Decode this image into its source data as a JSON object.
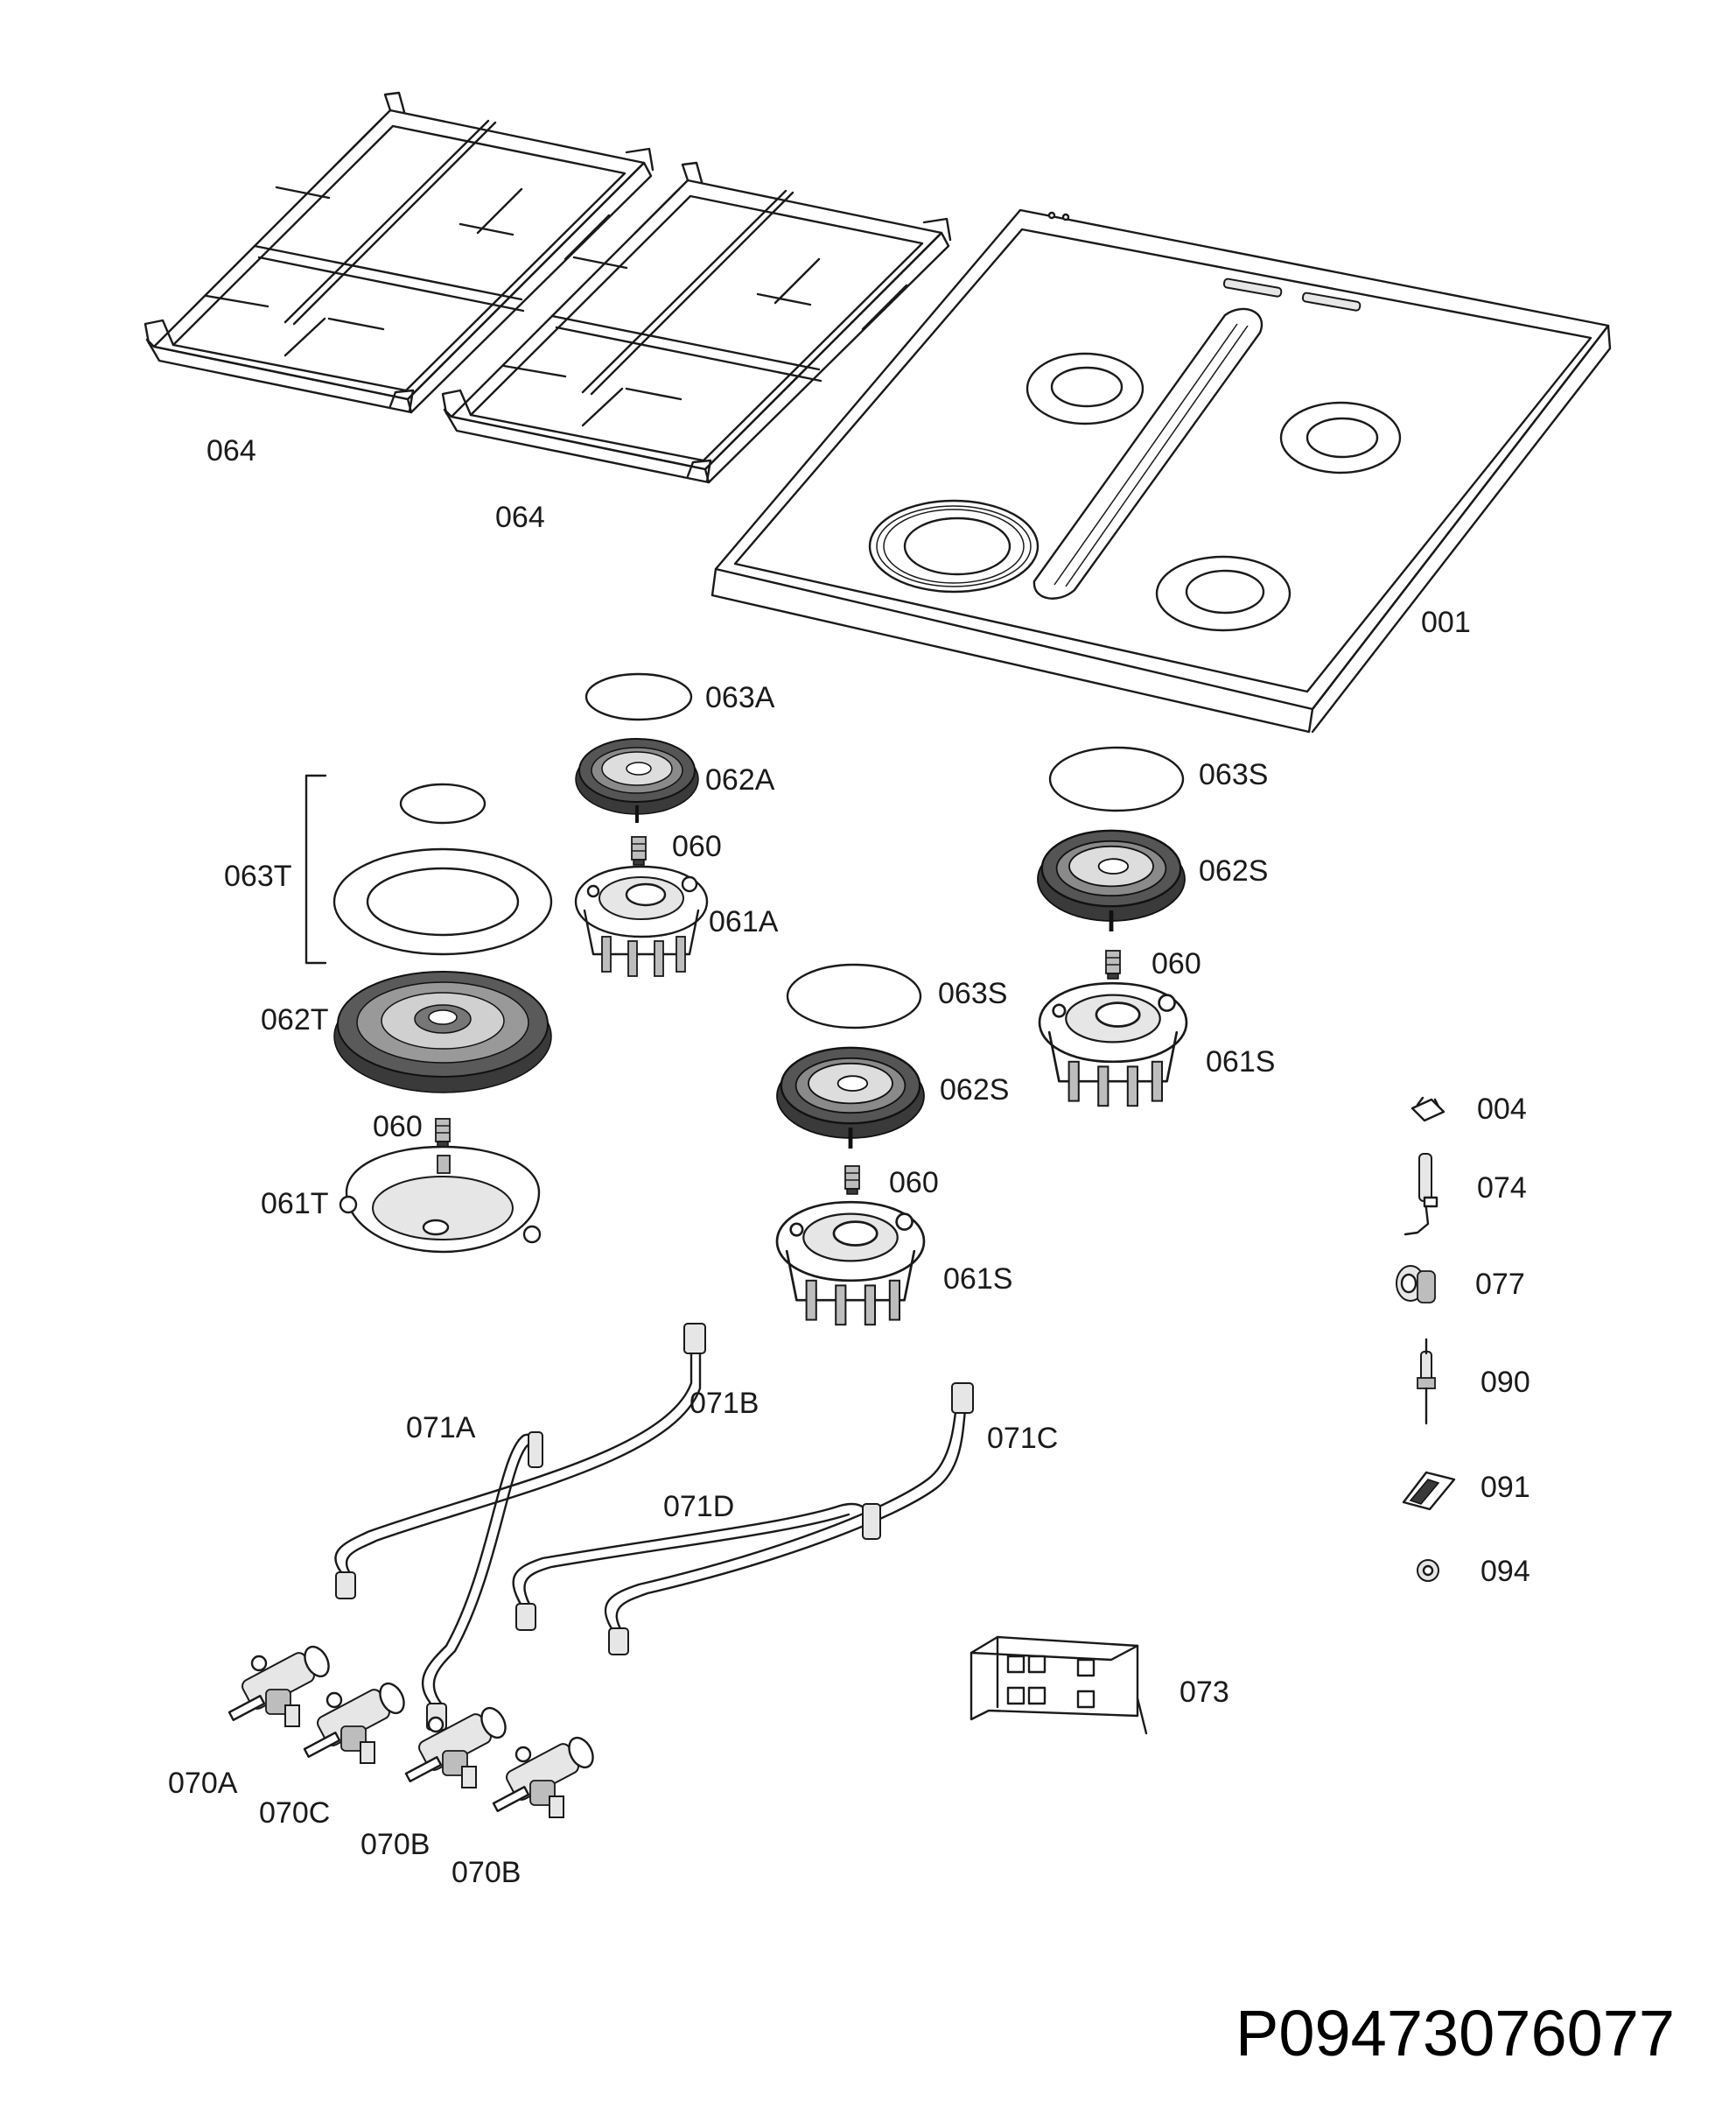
{
  "labels": {
    "grate_left": "064",
    "grate_right": "064",
    "hob_top": "001",
    "cap_aux": "063A",
    "crown_aux": "062A",
    "injector_aux": "060",
    "base_aux": "061A",
    "cap_triple": "063T",
    "crown_triple": "062T",
    "injector_triple": "060",
    "base_triple": "061T",
    "cap_semi_right": "063S",
    "crown_semi_right": "062S",
    "injector_semi_right": "060",
    "base_semi_right": "061S",
    "cap_semi_mid": "063S",
    "crown_semi_mid": "062S",
    "injector_semi_mid": "060",
    "base_semi_mid": "061S",
    "clip": "004",
    "spark_plug": "074",
    "elbow": "077",
    "thermocouple": "090",
    "bracket": "091",
    "nut": "094",
    "ignition_unit": "073",
    "pipe_a": "071A",
    "pipe_b": "071B",
    "pipe_c": "071C",
    "pipe_d": "071D",
    "valve_a": "070A",
    "valve_c": "070C",
    "valve_b1": "070B",
    "valve_b2": "070B"
  },
  "document_id": "P09473076077"
}
